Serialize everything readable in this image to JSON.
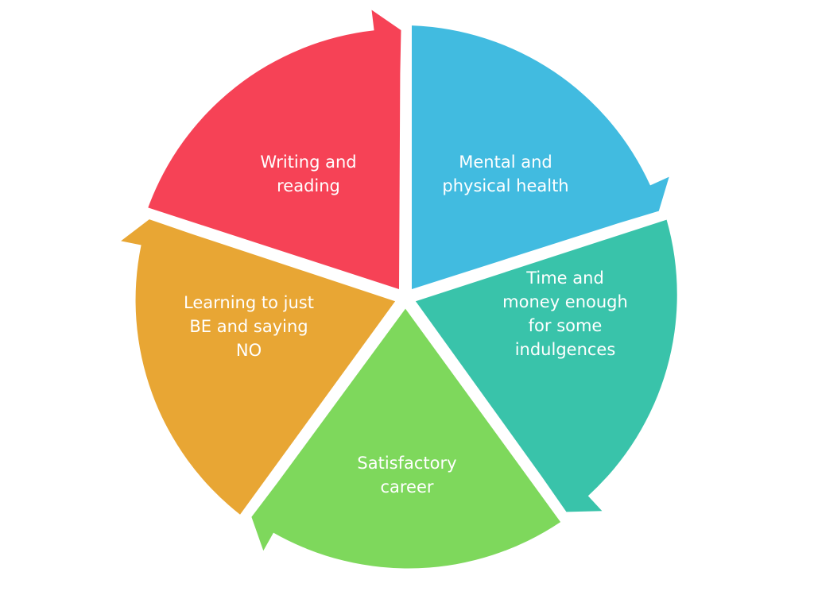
{
  "diagram": {
    "type": "cycle",
    "segments": [
      {
        "lines": [
          "Mental and",
          "physical health"
        ],
        "color": "#41BBE0"
      },
      {
        "lines": [
          "Time and",
          "money enough",
          "for some",
          "indulgences"
        ],
        "color": "#39C3AA"
      },
      {
        "lines": [
          "Satisfactory",
          "career"
        ],
        "color": "#7ED85C"
      },
      {
        "lines": [
          "Learning to just",
          "BE and saying",
          "NO"
        ],
        "color": "#E8A634"
      },
      {
        "lines": [
          "Writing and",
          "reading"
        ],
        "color": "#F64256"
      }
    ]
  }
}
